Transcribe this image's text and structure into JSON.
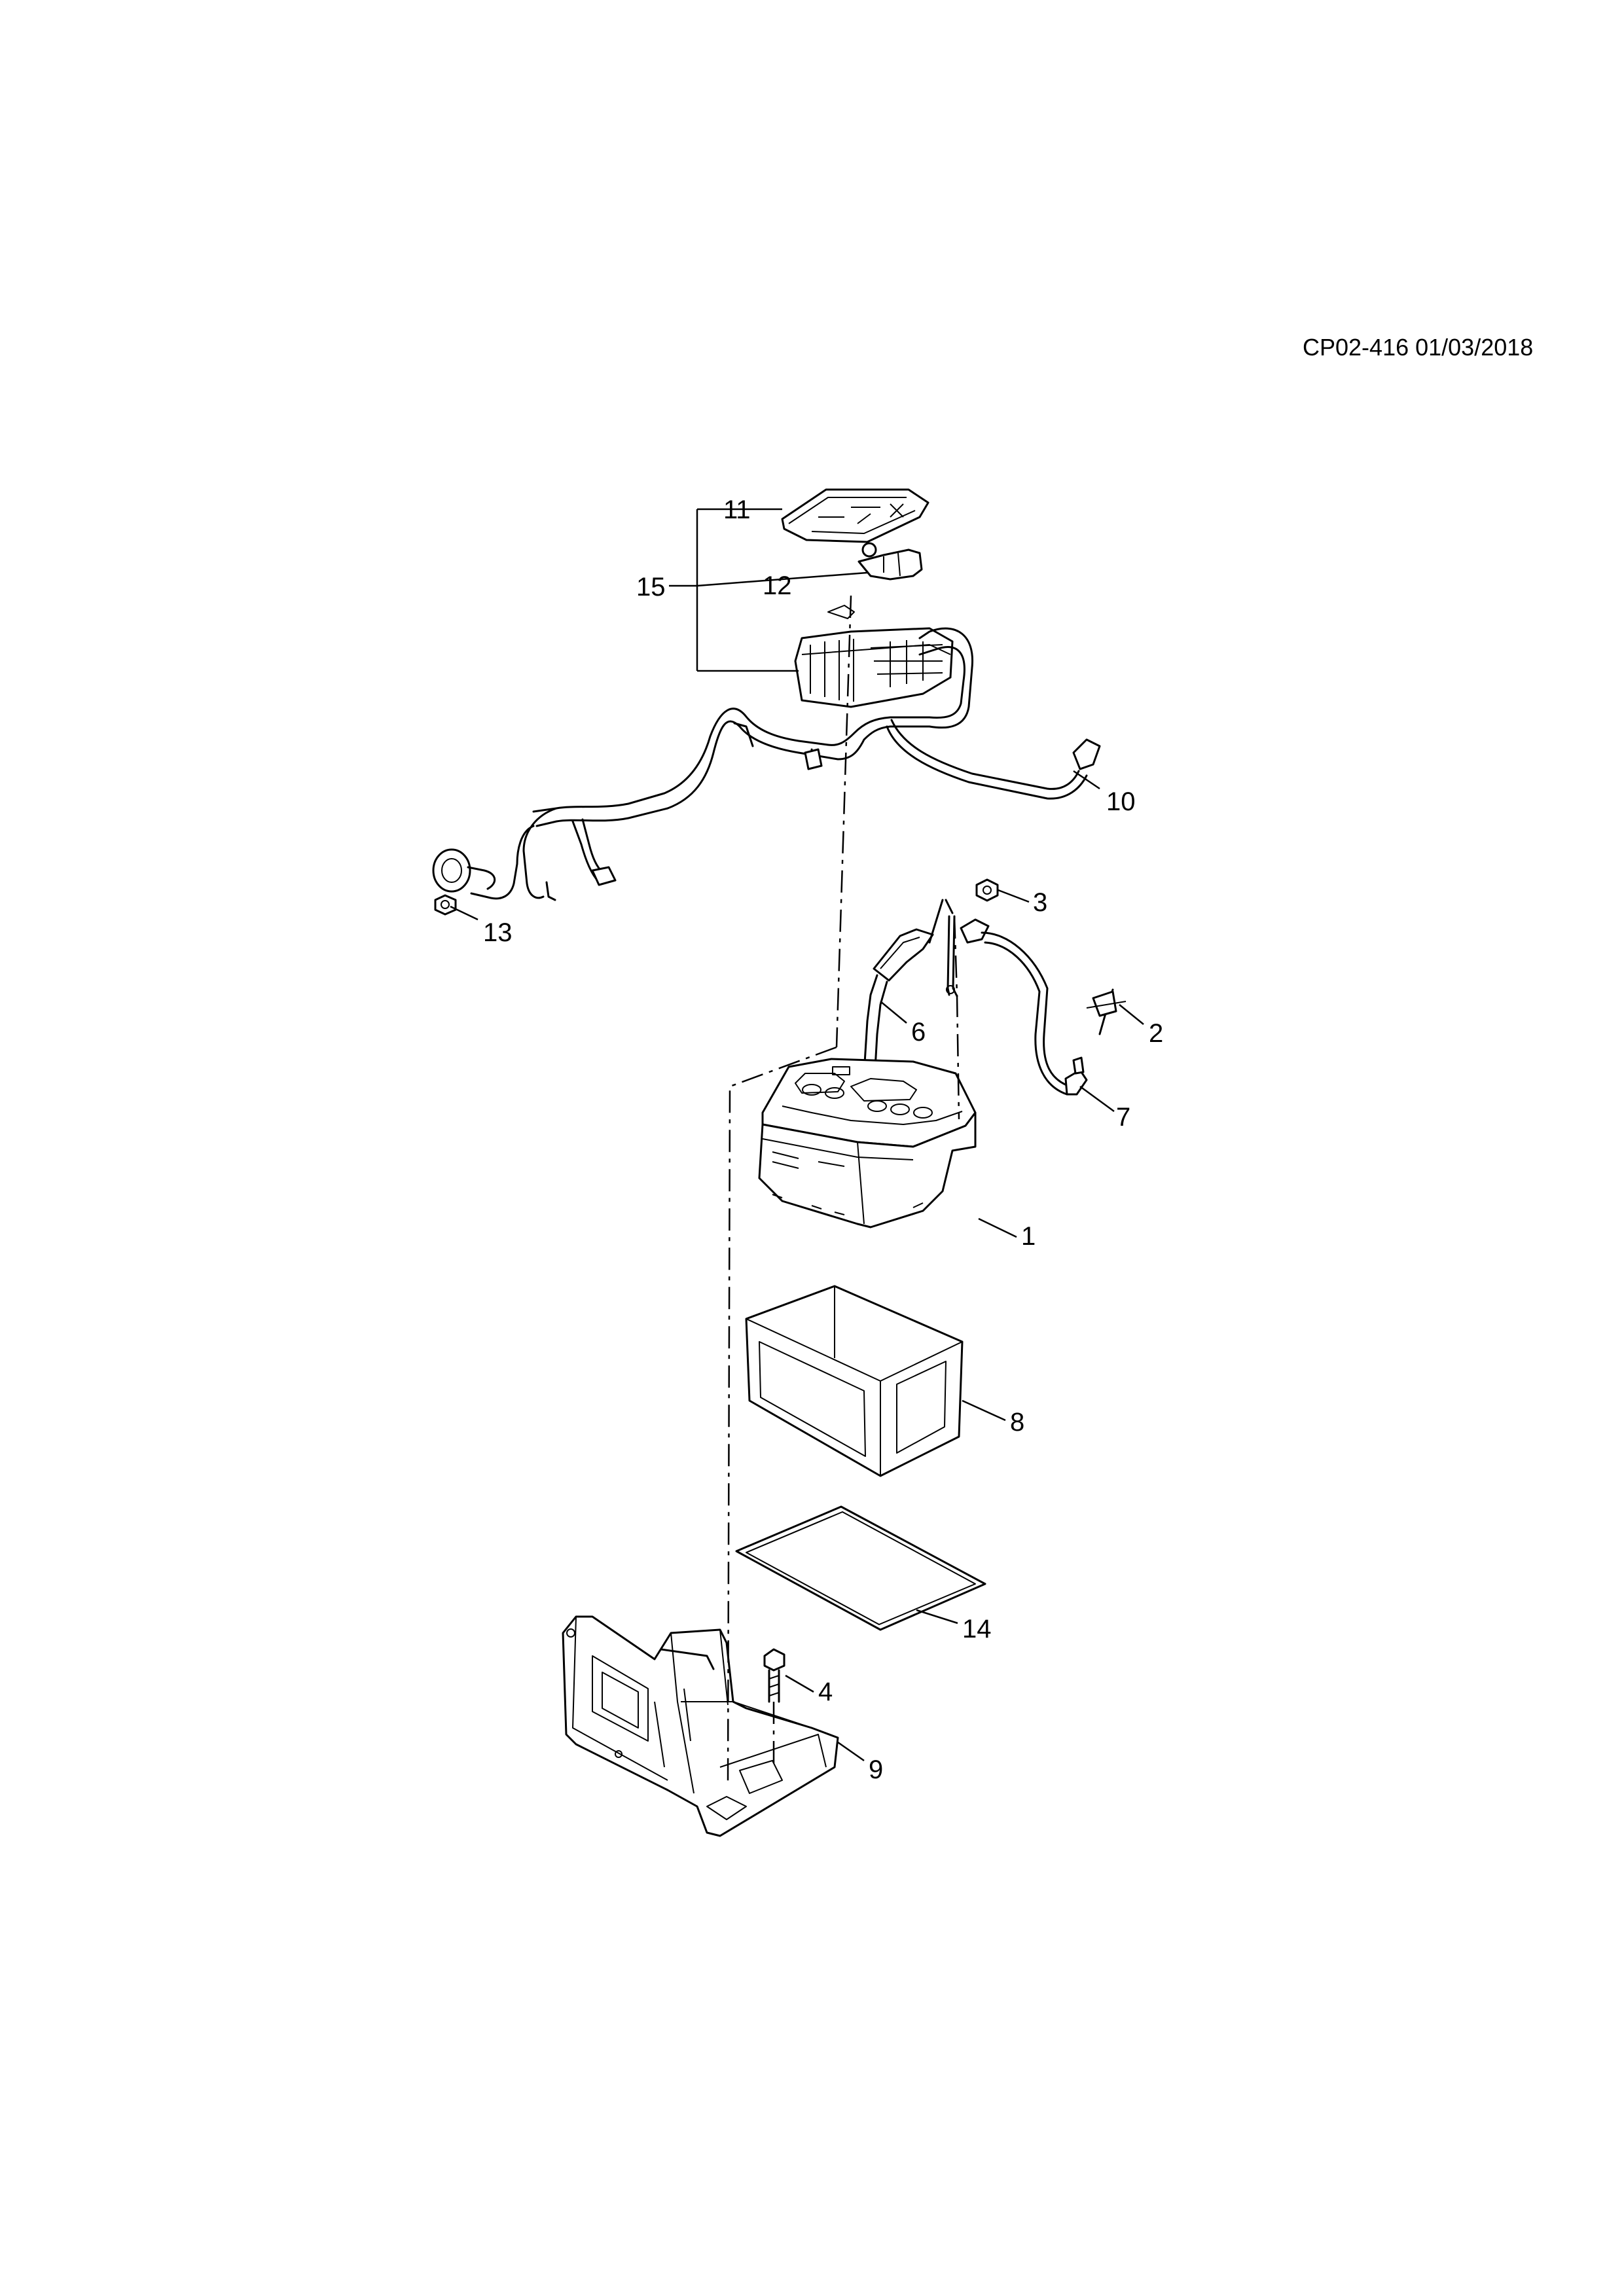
{
  "document": {
    "reference": "CP02-416 01/03/2018"
  },
  "callouts": {
    "c1": "1",
    "c2": "2",
    "c3": "3",
    "c4": "4",
    "c6": "6",
    "c7": "7",
    "c8": "8",
    "c9": "9",
    "c10": "10",
    "c11": "11",
    "c12": "12",
    "c13": "13",
    "c14": "14",
    "c15": "15"
  }
}
